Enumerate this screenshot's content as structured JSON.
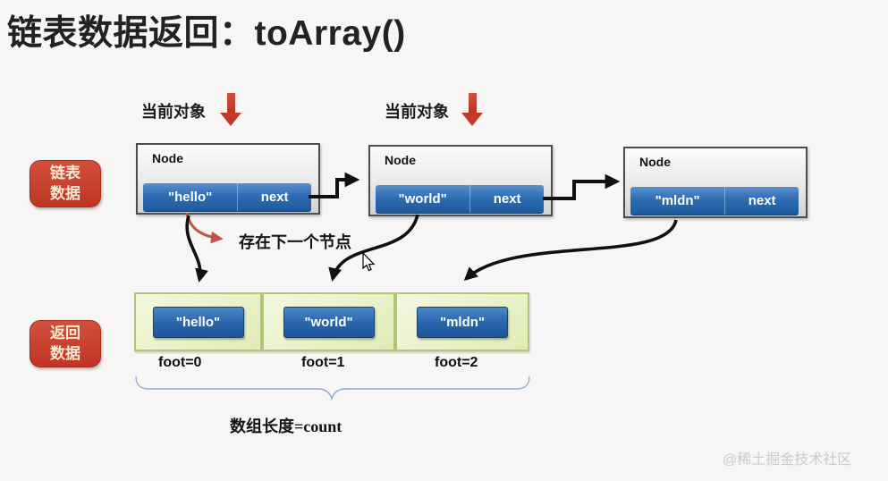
{
  "title": "链表数据返回：toArray()",
  "annotations": {
    "current_object_1": "当前对象",
    "current_object_2": "当前对象",
    "next_node_note": "存在下一个节点",
    "array_length_label": "数组长度=count",
    "watermark": "@稀土掘金技术社区"
  },
  "badges": {
    "linked_list": "链表\n数据",
    "return_data": "返回\n数据"
  },
  "nodes": [
    {
      "title": "Node",
      "value": "\"hello\"",
      "next_label": "next"
    },
    {
      "title": "Node",
      "value": "\"world\"",
      "next_label": "next"
    },
    {
      "title": "Node",
      "value": "\"mldn\"",
      "next_label": "next"
    }
  ],
  "result_array": {
    "cells": [
      {
        "value": "\"hello\"",
        "foot": "foot=0"
      },
      {
        "value": "\"world\"",
        "foot": "foot=1"
      },
      {
        "value": "\"mldn\"",
        "foot": "foot=2"
      }
    ]
  },
  "colors": {
    "background": "#f7f6f4",
    "title_text": "#222222",
    "accent_red": "#c23b2a",
    "node_bar_blue": "#2e6cb4",
    "node_box_gray": "#e9e9e9",
    "array_cell_green": "#e7f0c8",
    "array_cell_border": "#b3c47d",
    "brace_blue": "#93a9d6",
    "connector_black": "#111111",
    "watermark_gray": "#cbcbcb"
  }
}
